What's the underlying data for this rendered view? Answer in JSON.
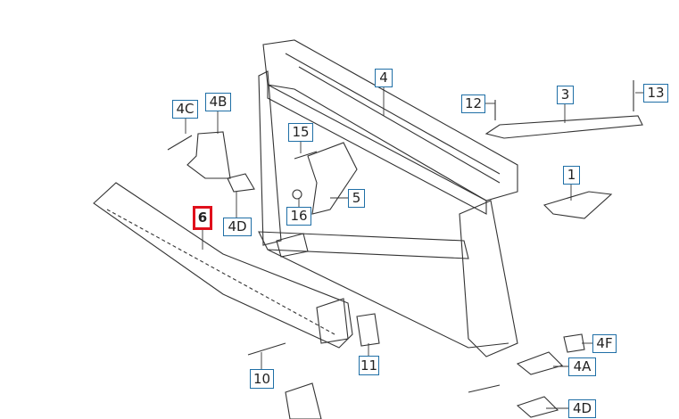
{
  "diagram": {
    "labels": [
      {
        "id": "4C",
        "text": "4C"
      },
      {
        "id": "4B",
        "text": "4B"
      },
      {
        "id": "4",
        "text": "4"
      },
      {
        "id": "12",
        "text": "12"
      },
      {
        "id": "3",
        "text": "3"
      },
      {
        "id": "13",
        "text": "13"
      },
      {
        "id": "15",
        "text": "15"
      },
      {
        "id": "1",
        "text": "1"
      },
      {
        "id": "5",
        "text": "5"
      },
      {
        "id": "16",
        "text": "16"
      },
      {
        "id": "6",
        "text": "6",
        "highlighted": true
      },
      {
        "id": "4D_top",
        "text": "4D"
      },
      {
        "id": "4F",
        "text": "4F"
      },
      {
        "id": "4A",
        "text": "4A"
      },
      {
        "id": "10",
        "text": "10"
      },
      {
        "id": "11",
        "text": "11"
      },
      {
        "id": "4D_bottom",
        "text": "4D"
      }
    ],
    "colors": {
      "label_border": "#1f6fa6",
      "highlight": "#e0101c",
      "line": "#333333"
    }
  }
}
